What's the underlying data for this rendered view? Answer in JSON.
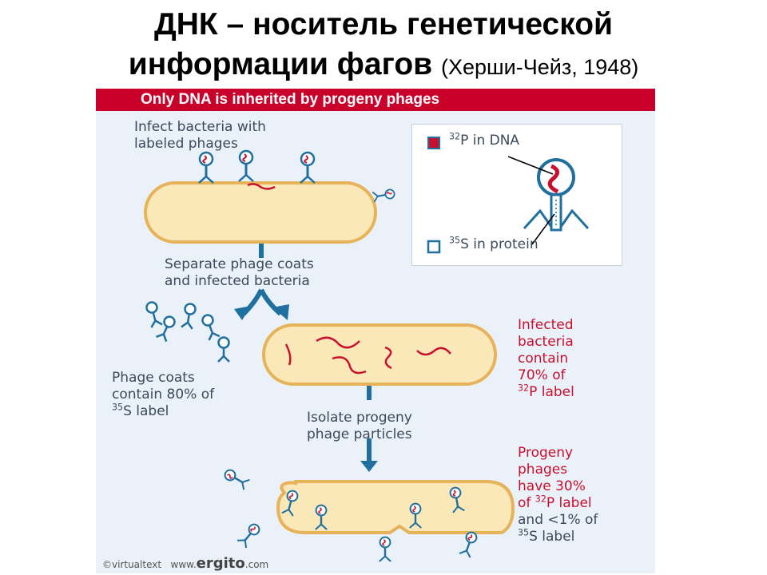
{
  "title": {
    "line1": "ДНК – носитель генетической",
    "line2": "информации фагов",
    "ref": "(Херши-Чейз, 1948)"
  },
  "figure": {
    "header": "Only DNA is inherited by progeny phages",
    "step1": [
      "Infect bacteria with",
      "labeled phages"
    ],
    "step2": [
      "Separate phage coats",
      "and infected bacteria"
    ],
    "coats": [
      "Phage coats",
      "contain 80% of"
    ],
    "coats_label": "S label",
    "infected": [
      "Infected",
      "bacteria",
      "contain",
      "70% of"
    ],
    "infected_label": "P label",
    "step3": [
      "Isolate progeny",
      "phage particles"
    ],
    "progeny": [
      "Progeny",
      "phages",
      "have 30%"
    ],
    "progeny_of": "of",
    "progeny_p": "P label",
    "progeny_and": "and <1% of",
    "progeny_s": "S label",
    "iso_p": "32",
    "iso_s": "35",
    "legend": {
      "dna_text": "P in DNA",
      "protein_text": "S in protein"
    },
    "credit": {
      "left": "©virtualtext",
      "www": "www.",
      "brand": "ergito",
      "tld": ".com"
    }
  },
  "colors": {
    "header_bg": "#c8002a",
    "panel_bg": "#eaf1f8",
    "label_red": "#c8102e",
    "label_gray": "#3b4a5a",
    "bacterium_fill": "#fbe8b8",
    "bacterium_stroke": "#e7b35a",
    "phage_blue": "#1f6f9f",
    "dna_red": "#c8102e"
  }
}
